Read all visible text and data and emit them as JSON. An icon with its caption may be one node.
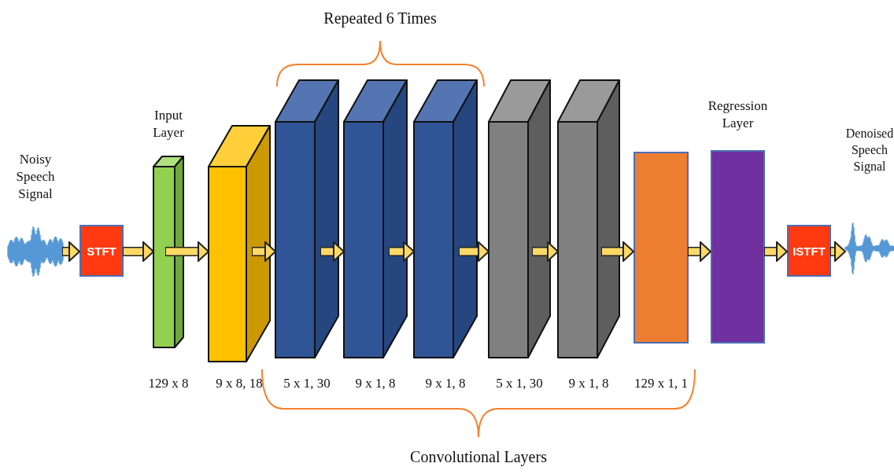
{
  "diagram": {
    "nodes": [
      {
        "text": [
          "Noisy Speech Signal"
        ]
      },
      {
        "text": [
          "STFT"
        ]
      },
      {
        "text": [
          "Input Layer"
        ],
        "beside": [
          "129 x 8"
        ]
      },
      {
        "text": [],
        "shape": "box",
        "beside": [
          "9 x 8, 18"
        ]
      },
      {
        "text": [],
        "shape": "box",
        "beside": [
          "5 x 1, 30"
        ]
      },
      {
        "text": [],
        "shape": "box",
        "beside": [
          "9 x 1, 8"
        ]
      },
      {
        "text": [],
        "shape": "box",
        "beside": [
          "9 x 1, 8"
        ]
      },
      {
        "text": [],
        "shape": "box",
        "beside": [
          "5 x 1, 30"
        ]
      },
      {
        "text": [],
        "shape": "box",
        "beside": [
          "9 x 1, 8"
        ]
      },
      {
        "text": [],
        "shape": "box",
        "beside": [
          "129 x 1, 1"
        ]
      },
      {
        "text": [
          "Regression Layer"
        ]
      },
      {
        "text": [
          "ISTFT"
        ]
      },
      {
        "text": [
          "Denoised Speech Signal"
        ]
      }
    ],
    "edges": [
      {
        "from": 0,
        "to": 1,
        "arrow": "to"
      },
      {
        "from": 1,
        "to": 2,
        "arrow": "to"
      },
      {
        "from": 2,
        "to": 3,
        "arrow": "to"
      },
      {
        "from": 3,
        "to": 4,
        "arrow": "to"
      },
      {
        "from": 4,
        "to": 5,
        "arrow": "to"
      },
      {
        "from": 5,
        "to": 6,
        "arrow": "to"
      },
      {
        "from": 6,
        "to": 7,
        "arrow": "to"
      },
      {
        "from": 7,
        "to": 8,
        "arrow": "to"
      },
      {
        "from": 8,
        "to": 9,
        "arrow": "to"
      },
      {
        "from": 9,
        "to": 10,
        "arrow": "to"
      },
      {
        "from": 10,
        "to": 11,
        "arrow": "to"
      },
      {
        "from": 11,
        "to": 12,
        "arrow": "to"
      }
    ],
    "labels": [
      "Repeated 6 Times",
      "Convolutional Layers"
    ]
  }
}
